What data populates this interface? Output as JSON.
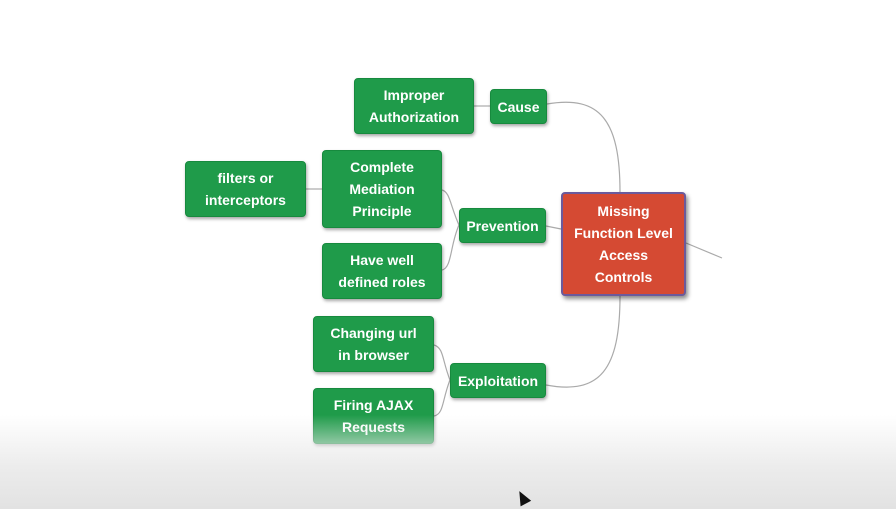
{
  "root": {
    "label": "Missing\nFunction Level\nAccess\nControls",
    "color": "#d54a33",
    "border": "#6b5a9c"
  },
  "branches": {
    "cause": {
      "label": "Cause",
      "children": {
        "improper": "Improper\nAuthorization"
      }
    },
    "prevention": {
      "label": "Prevention",
      "children": {
        "complete_mediation": "Complete\nMediation\nPrinciple",
        "filters": "filters or\ninterceptors",
        "roles": "Have well\ndefined roles"
      }
    },
    "exploitation": {
      "label": "Exploitation",
      "children": {
        "changing_url": "Changing url\nin browser",
        "firing_ajax": "Firing AJAX\nRequests"
      }
    }
  },
  "colors": {
    "node": "#1f9b4a",
    "link": "#aaaaaa"
  }
}
